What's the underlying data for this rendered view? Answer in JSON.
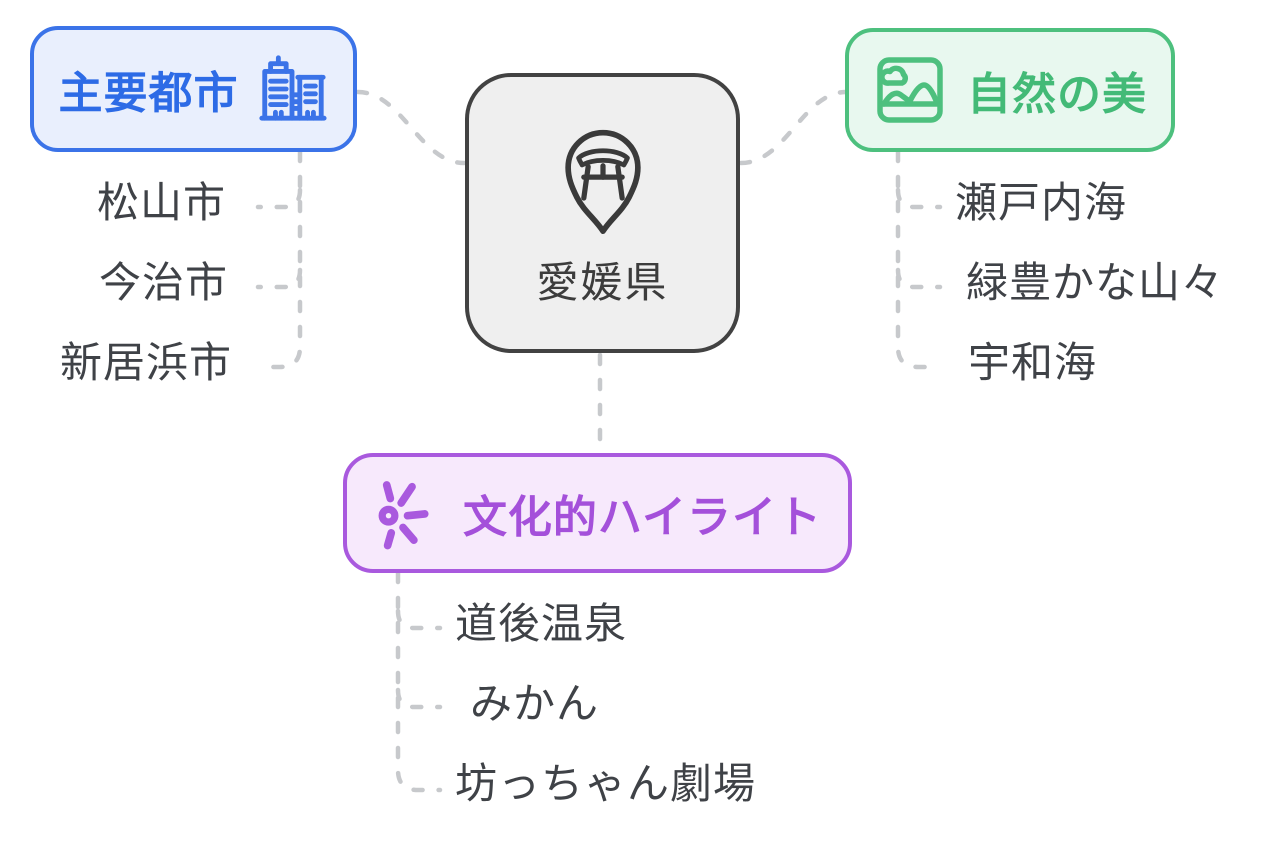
{
  "diagram": {
    "center": {
      "label": "愛媛県",
      "icon": "torii-location-pin"
    },
    "branches": [
      {
        "id": "major-cities",
        "label": "主要都市",
        "icon": "buildings",
        "accent_color": "#3b73e8",
        "bg_color": "#e9effd",
        "children": [
          "松山市",
          "今治市",
          "新居浜市"
        ]
      },
      {
        "id": "natural-beauty",
        "label": "自然の美",
        "icon": "landscape-image",
        "accent_color": "#4dc07e",
        "bg_color": "#e8f8ef",
        "children": [
          "瀬戸内海",
          "緑豊かな山々",
          "宇和海"
        ]
      },
      {
        "id": "cultural-highlights",
        "label": "文化的ハイライト",
        "icon": "sparkle-burst",
        "accent_color": "#a959de",
        "bg_color": "#f7e9fc",
        "children": [
          "道後温泉",
          "みかん",
          "坊っちゃん劇場"
        ]
      }
    ],
    "center_node_colors": {
      "border": "#424242",
      "bg": "#efefef"
    },
    "connector_color": "#c7c9cc",
    "connector_style": "dashed"
  }
}
